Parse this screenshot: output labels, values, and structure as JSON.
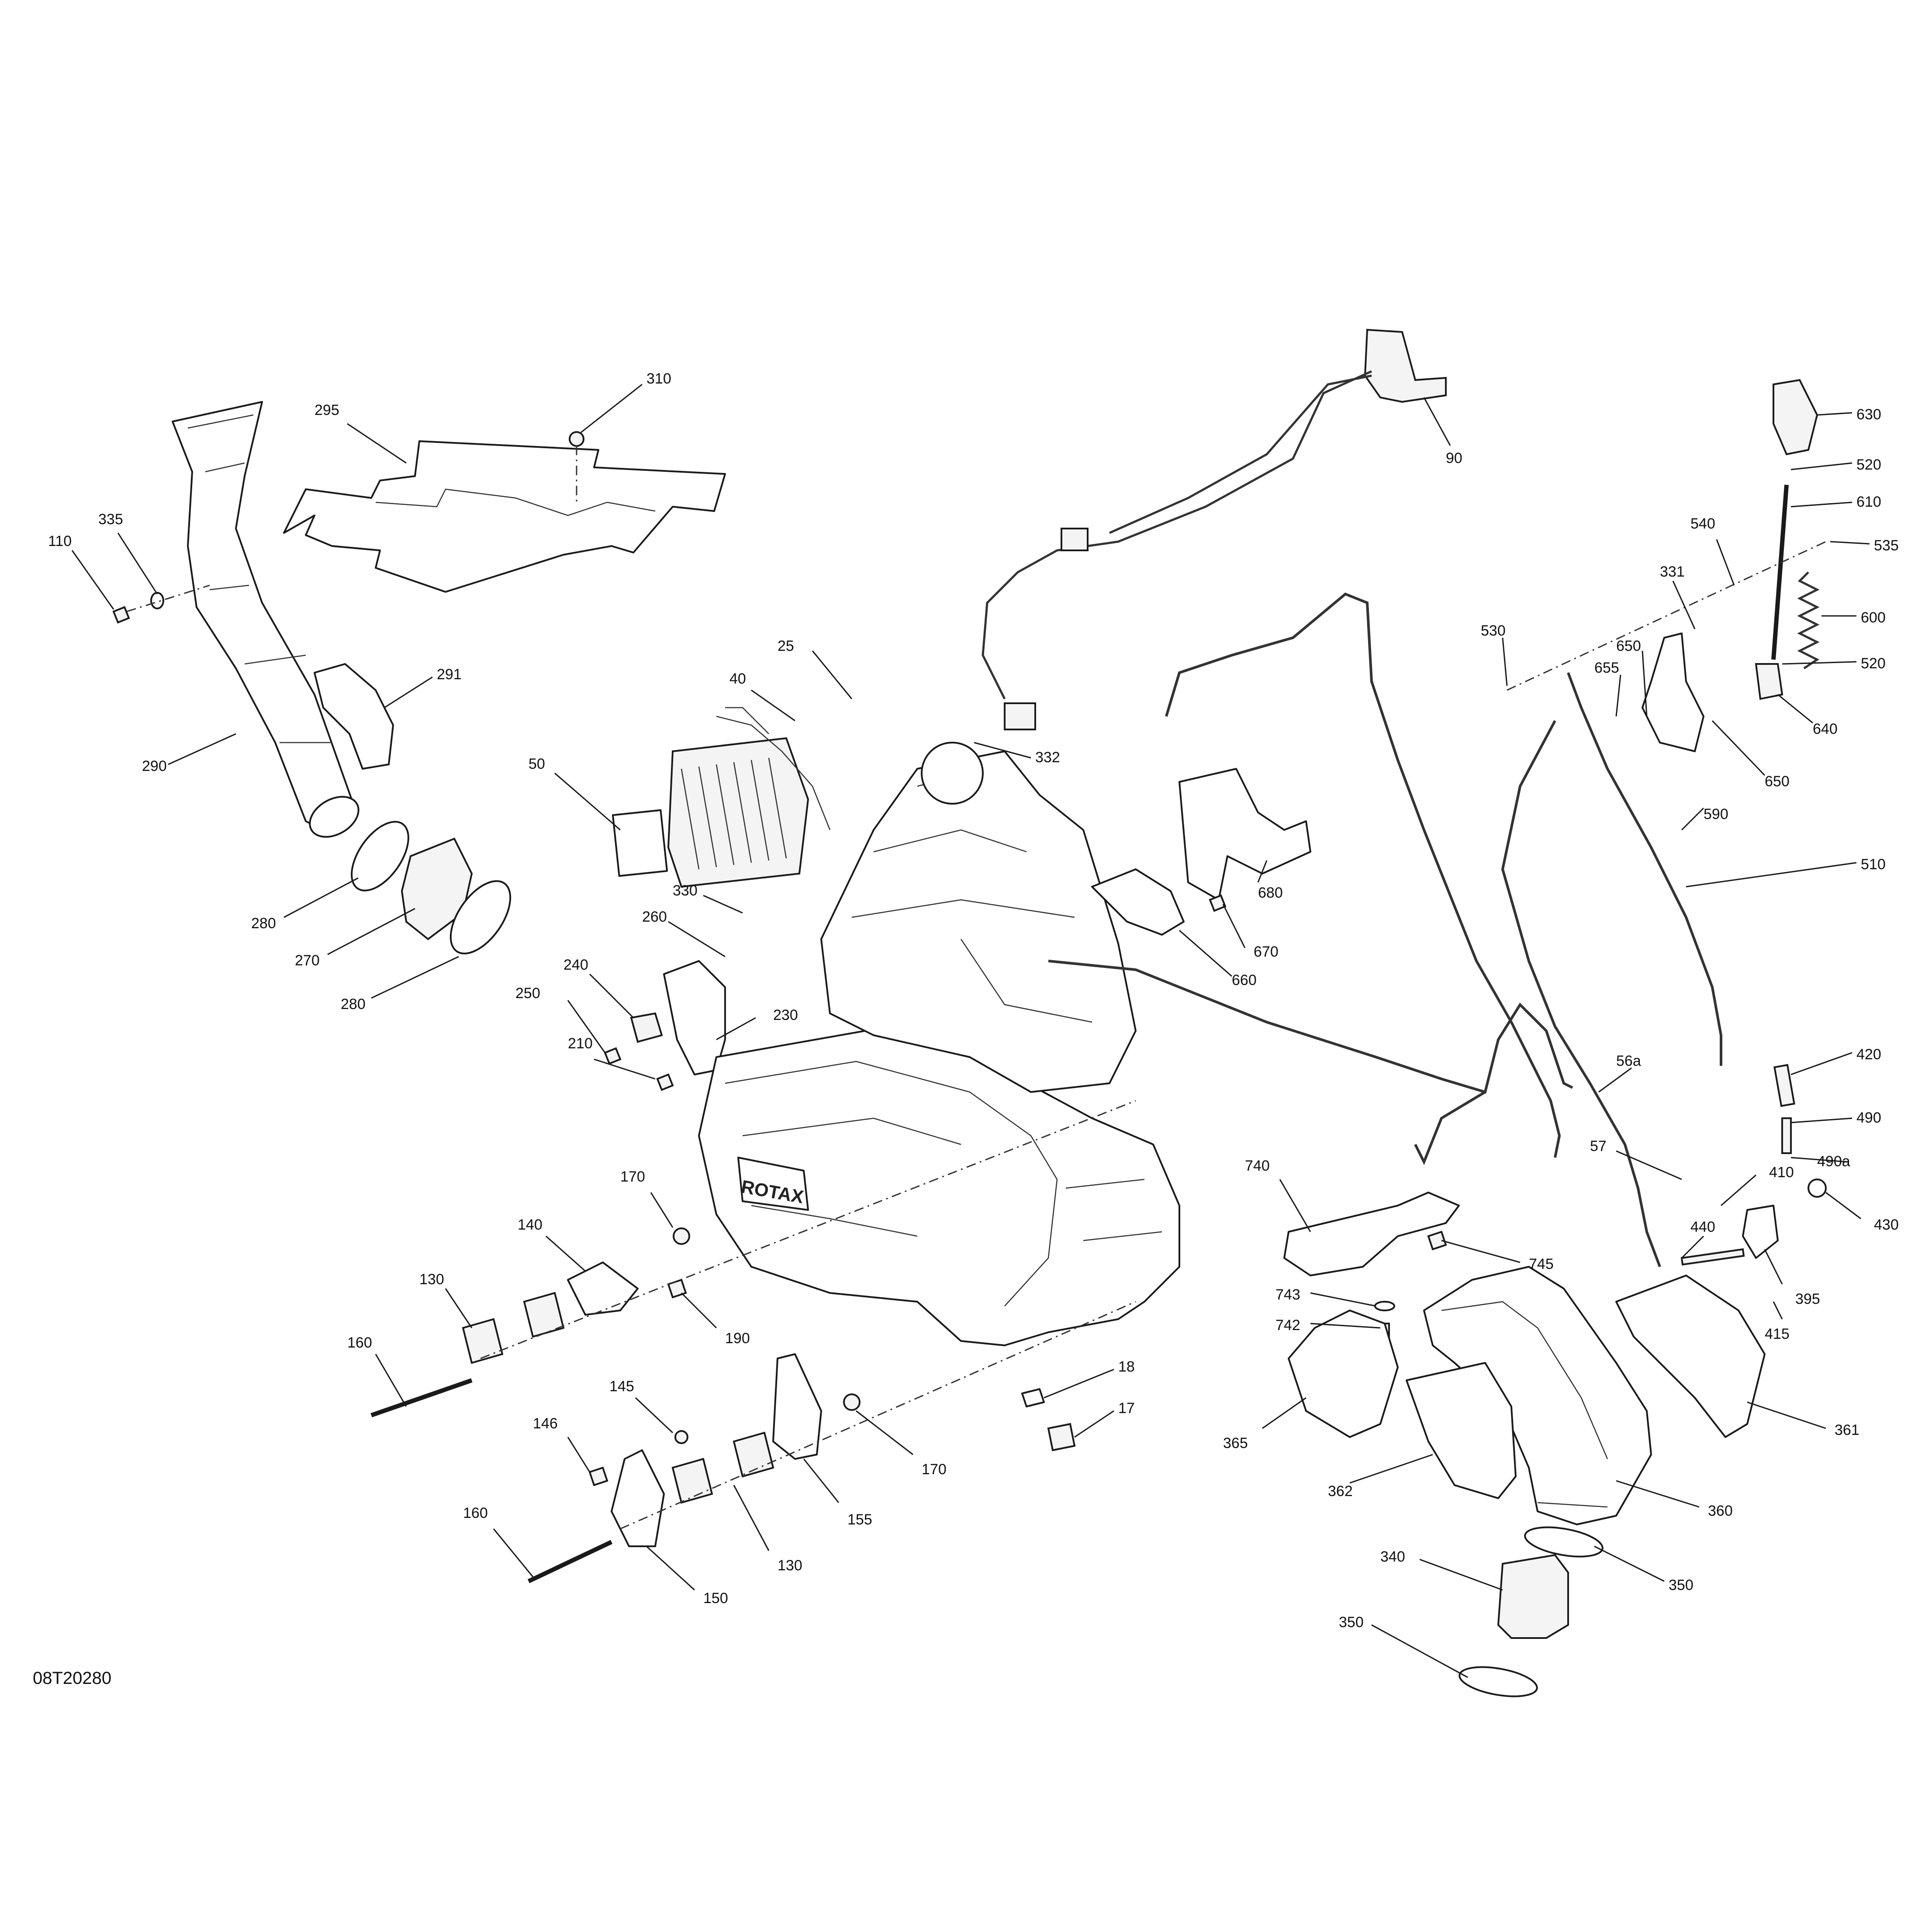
{
  "diagram": {
    "drawing_code": "08T20280",
    "brand_text": "ROTAX",
    "callouts": [
      {
        "id": "c310",
        "label": "310"
      },
      {
        "id": "c295",
        "label": "295"
      },
      {
        "id": "c335",
        "label": "335"
      },
      {
        "id": "c110",
        "label": "110"
      },
      {
        "id": "c291",
        "label": "291"
      },
      {
        "id": "c290",
        "label": "290"
      },
      {
        "id": "c280a",
        "label": "280"
      },
      {
        "id": "c270",
        "label": "270"
      },
      {
        "id": "c280b",
        "label": "280"
      },
      {
        "id": "c25",
        "label": "25"
      },
      {
        "id": "c40",
        "label": "40"
      },
      {
        "id": "c332",
        "label": "332"
      },
      {
        "id": "c50",
        "label": "50"
      },
      {
        "id": "c330",
        "label": "330"
      },
      {
        "id": "c260",
        "label": "260"
      },
      {
        "id": "c240",
        "label": "240"
      },
      {
        "id": "c250",
        "label": "250"
      },
      {
        "id": "c230",
        "label": "230"
      },
      {
        "id": "c210",
        "label": "210"
      },
      {
        "id": "c90",
        "label": "90"
      },
      {
        "id": "c680",
        "label": "680"
      },
      {
        "id": "c670",
        "label": "670"
      },
      {
        "id": "c660",
        "label": "660"
      },
      {
        "id": "c630",
        "label": "630"
      },
      {
        "id": "c520a",
        "label": "520"
      },
      {
        "id": "c610",
        "label": "610"
      },
      {
        "id": "c540",
        "label": "540"
      },
      {
        "id": "c535",
        "label": "535"
      },
      {
        "id": "c331",
        "label": "331"
      },
      {
        "id": "c600",
        "label": "600"
      },
      {
        "id": "c530",
        "label": "530"
      },
      {
        "id": "c650a",
        "label": "650"
      },
      {
        "id": "c655",
        "label": "655"
      },
      {
        "id": "c520b",
        "label": "520"
      },
      {
        "id": "c640",
        "label": "640"
      },
      {
        "id": "c650b",
        "label": "650"
      },
      {
        "id": "c590",
        "label": "590"
      },
      {
        "id": "c510",
        "label": "510"
      },
      {
        "id": "c56a",
        "label": "56a"
      },
      {
        "id": "c420",
        "label": "420"
      },
      {
        "id": "c490",
        "label": "490"
      },
      {
        "id": "c57",
        "label": "57"
      },
      {
        "id": "c490a",
        "label": "490a"
      },
      {
        "id": "c410",
        "label": "410"
      },
      {
        "id": "c430",
        "label": "430"
      },
      {
        "id": "c440",
        "label": "440"
      },
      {
        "id": "c395",
        "label": "395"
      },
      {
        "id": "c415",
        "label": "415"
      },
      {
        "id": "c170a",
        "label": "170"
      },
      {
        "id": "c140",
        "label": "140"
      },
      {
        "id": "c130a",
        "label": "130"
      },
      {
        "id": "c190",
        "label": "190"
      },
      {
        "id": "c160a",
        "label": "160"
      },
      {
        "id": "c145",
        "label": "145"
      },
      {
        "id": "c146",
        "label": "146"
      },
      {
        "id": "c18",
        "label": "18"
      },
      {
        "id": "c17",
        "label": "17"
      },
      {
        "id": "c170b",
        "label": "170"
      },
      {
        "id": "c155",
        "label": "155"
      },
      {
        "id": "c130b",
        "label": "130"
      },
      {
        "id": "c160b",
        "label": "160"
      },
      {
        "id": "c150",
        "label": "150"
      },
      {
        "id": "c740",
        "label": "740"
      },
      {
        "id": "c745",
        "label": "745"
      },
      {
        "id": "c743",
        "label": "743"
      },
      {
        "id": "c742",
        "label": "742"
      },
      {
        "id": "c365",
        "label": "365"
      },
      {
        "id": "c361",
        "label": "361"
      },
      {
        "id": "c362",
        "label": "362"
      },
      {
        "id": "c360",
        "label": "360"
      },
      {
        "id": "c350a",
        "label": "350"
      },
      {
        "id": "c340",
        "label": "340"
      },
      {
        "id": "c350b",
        "label": "350"
      }
    ]
  }
}
